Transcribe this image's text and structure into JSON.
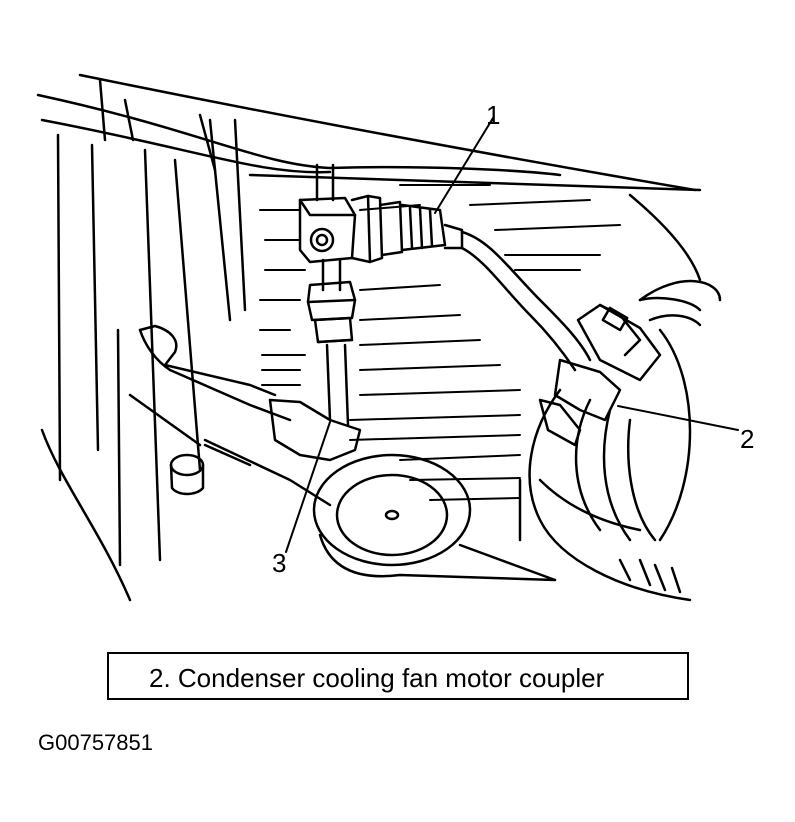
{
  "callouts": {
    "c1": "1",
    "c2": "2",
    "c3": "3"
  },
  "legend": {
    "text": "2.   Condenser cooling fan motor coupler"
  },
  "figure_id": "G00757851",
  "colors": {
    "line": "#000000",
    "background": "#ffffff"
  }
}
